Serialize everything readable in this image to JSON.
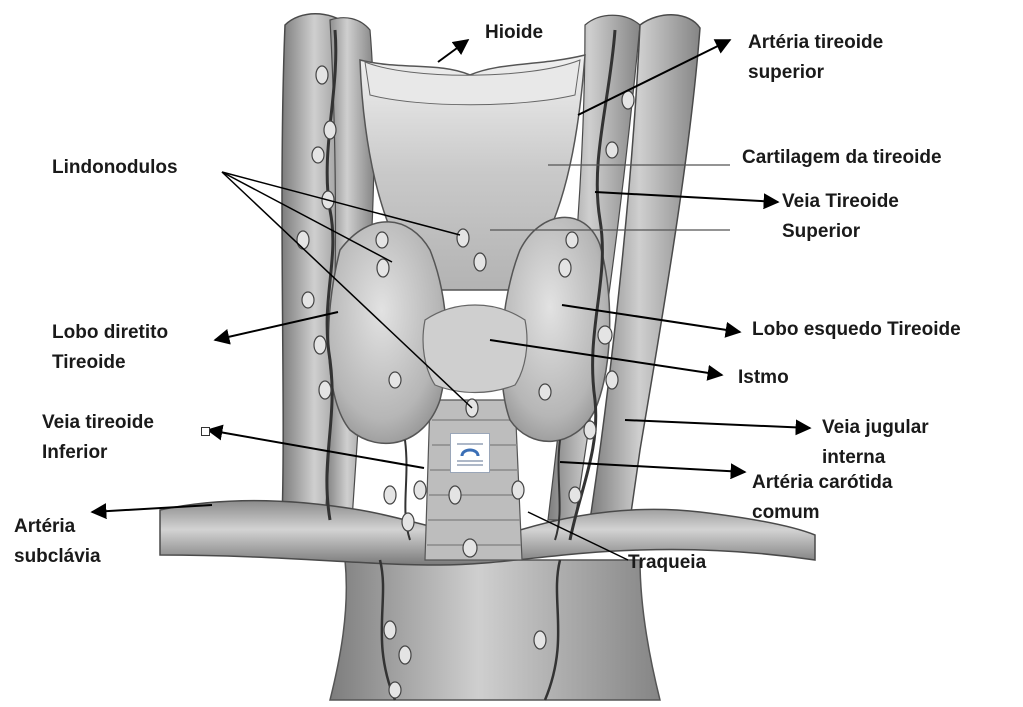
{
  "diagram": {
    "labels": {
      "hioide": "Hioide",
      "arteria_tireoide_superior": [
        "Artéria tireoide",
        "superior"
      ],
      "cartilagem_tireoide": "Cartilagem da tireoide",
      "lindonodulos": "Lindonodulos",
      "veia_tireoide_superior": [
        "Veia Tireoide",
        "Superior"
      ],
      "lobo_direito": [
        "Lobo diretito",
        "Tireoide"
      ],
      "lobo_esquerdo": "Lobo esquedo Tireoide",
      "istmo": "Istmo",
      "veia_tireoide_inferior": [
        "Veia tireoide",
        "Inferior"
      ],
      "veia_jugular": [
        "Veia jugular",
        "interna"
      ],
      "arteria_carotida": [
        "Artéria carótida",
        "comum"
      ],
      "arteria_subclavia": [
        "Artéria",
        "subclávia"
      ],
      "traqueia": "Traqueia"
    },
    "colors": {
      "label_text": "#1a1a1a",
      "leader_line": "#000000",
      "vessel_fill": "#a9a9a9",
      "thyroid_fill": "#c4c4c4",
      "cartilage_fill": "#d6d6d6",
      "node_fill": "#e4e4e4"
    }
  }
}
